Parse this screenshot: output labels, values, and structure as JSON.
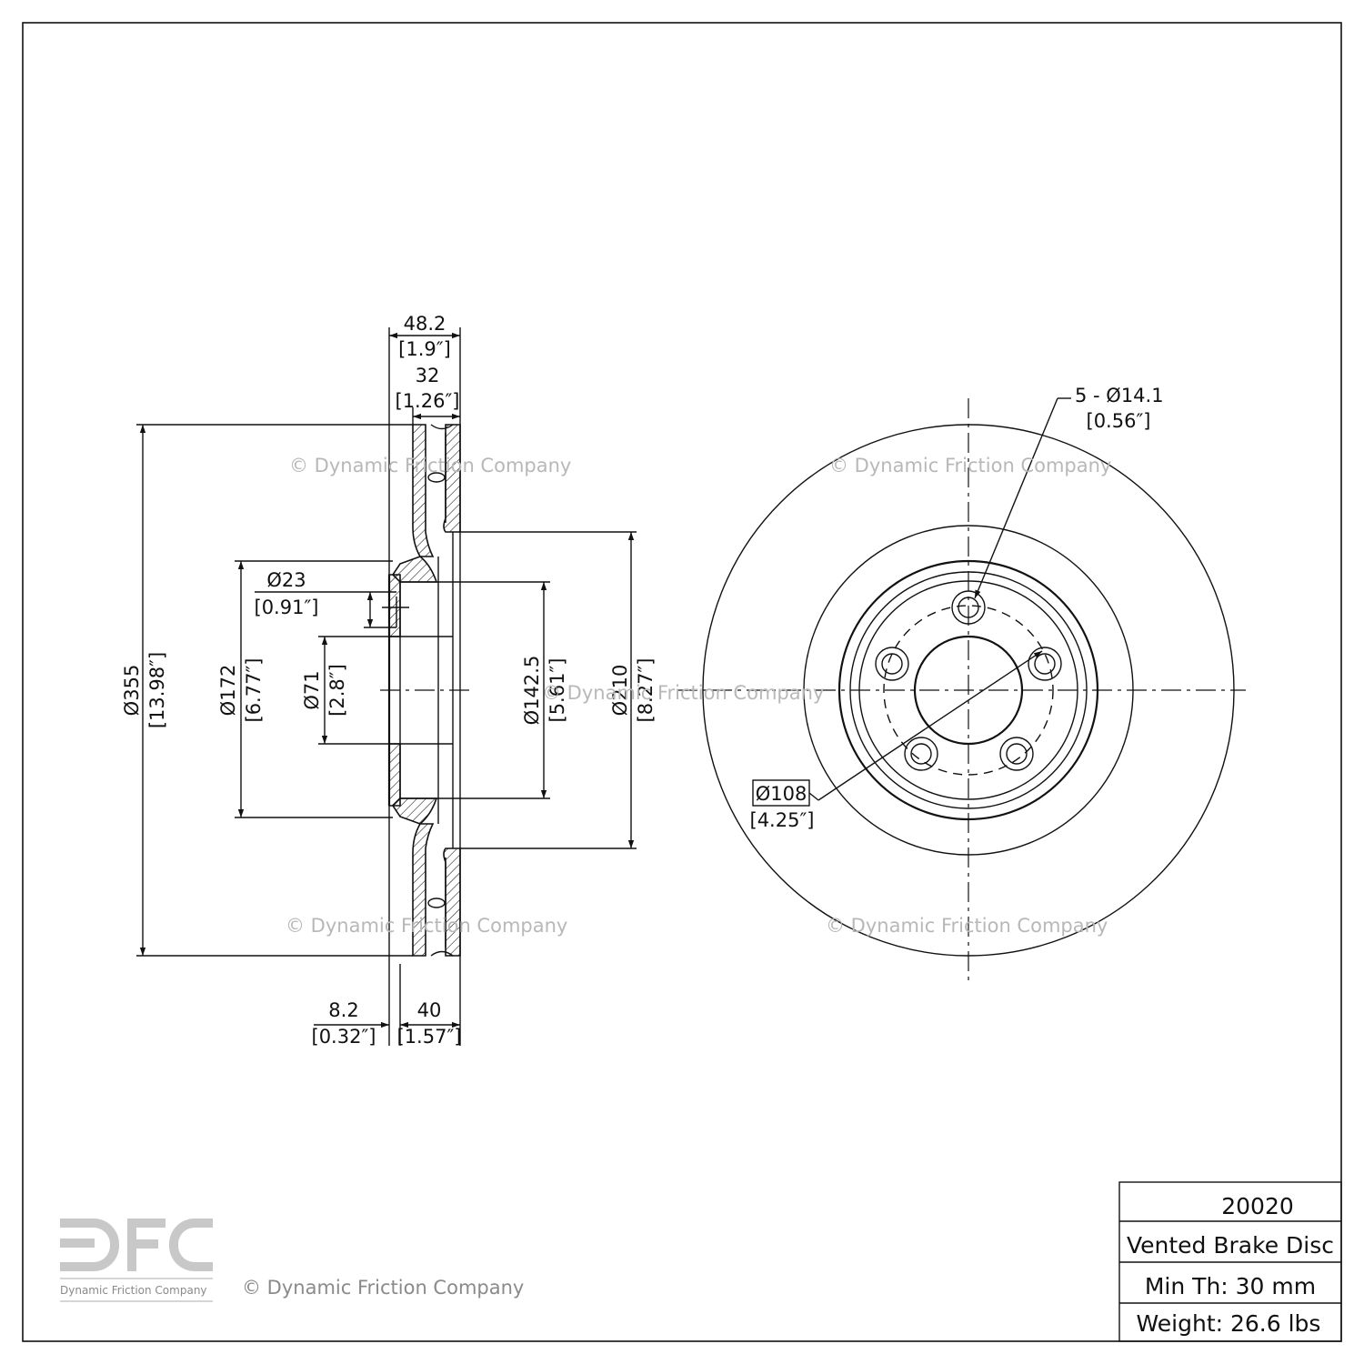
{
  "watermark": "© Dynamic Friction Company",
  "logo": {
    "letters": "DFC",
    "tagline": "Dynamic Friction Company",
    "color": "#c8c8c8"
  },
  "dimensions": {
    "overall_width": {
      "mm": "48.2",
      "in": "[1.9″]"
    },
    "disc_thickness": {
      "mm": "32",
      "in": "[1.26″]"
    },
    "outer_diameter": {
      "mm": "Ø355",
      "in": "[13.98″]"
    },
    "hub_diameter": {
      "mm": "Ø172",
      "in": "[6.77″]"
    },
    "small_hole": {
      "mm": "Ø23",
      "in": "[0.91″]"
    },
    "center_bore": {
      "mm": "Ø71",
      "in": "[2.8″]"
    },
    "inner_diameter": {
      "mm": "Ø142.5",
      "in": "[5.61″]"
    },
    "hat_diameter": {
      "mm": "Ø210",
      "in": "[8.27″]"
    },
    "hat_offset": {
      "mm": "8.2",
      "in": "[0.32″]"
    },
    "height": {
      "mm": "40",
      "in": "[1.57″]"
    },
    "bolt_holes": {
      "mm": "5 - Ø14.1",
      "in": "[0.56″]"
    },
    "bolt_circle": {
      "mm": "Ø108",
      "in": "[4.25″]"
    }
  },
  "title_block": {
    "part_number": "20020",
    "description": "Vented Brake Disc",
    "min_thickness": "Min Th: 30 mm",
    "weight": "Weight: 26.6 lbs"
  }
}
